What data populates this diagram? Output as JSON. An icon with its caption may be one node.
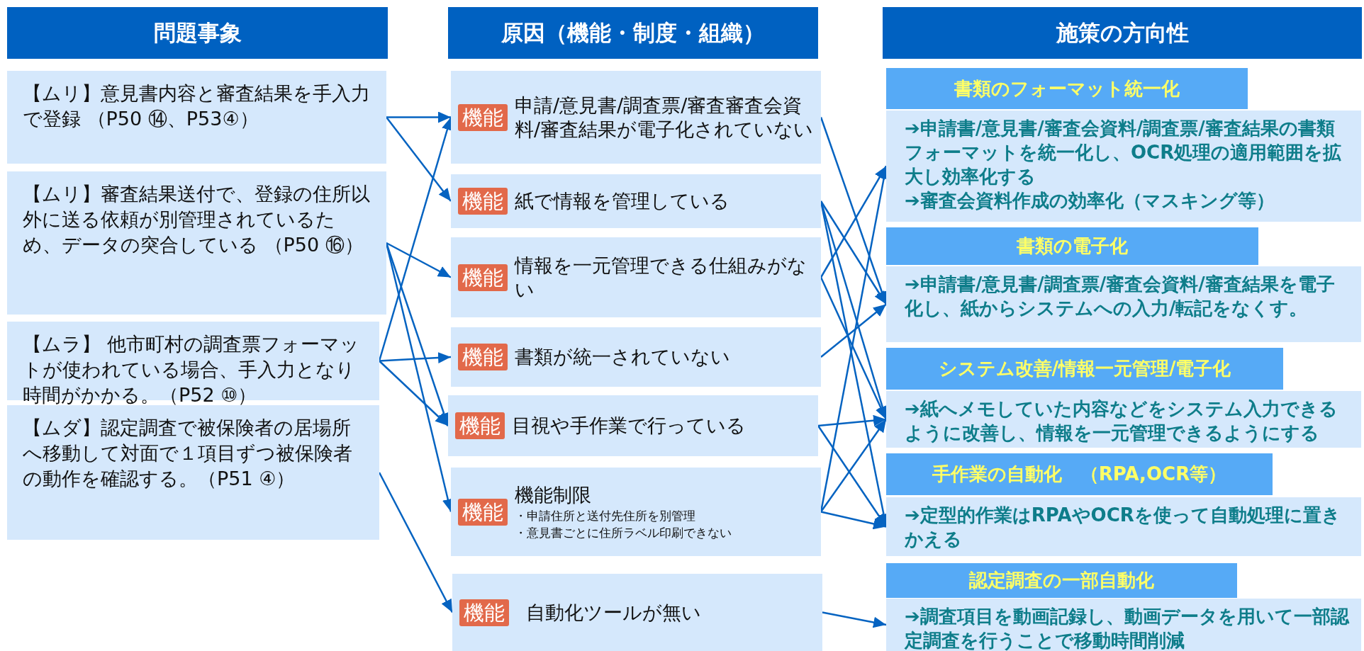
{
  "diagram": {
    "nodes": [
      {
        "text": [
          "問題事象"
        ]
      },
      {
        "text": [
          "原因（機能・制度・組織）"
        ]
      },
      {
        "text": [
          "施策の方向性"
        ]
      },
      {
        "text": [
          "【ムリ】意見書内容と審査結果を手入力で登録 （P50 ⑭、P53④）"
        ]
      },
      {
        "text": [
          "【ムリ】審査結果送付で、登録の住所以外に送る依頼が別管理されているため、データの突合している （P50 ⑯）"
        ]
      },
      {
        "text": [
          "【ムラ】 他市町村の調査票フォーマットが使われている場合、手入力となり時間がかかる。（P52 ⑩）"
        ]
      },
      {
        "text": [
          "【ムダ】認定調査で被保険者の居場所へ移動して対面で１項目ずつ被保険者の動作を確認する。（P51 ④）"
        ]
      },
      {
        "text": [
          "機能",
          "申請/意見書/調査票/審査審査会資料/審査結果が電子化されていない"
        ]
      },
      {
        "text": [
          "機能",
          "紙で情報を管理している"
        ]
      },
      {
        "text": [
          "機能",
          "情報を一元管理できる仕組みがない"
        ]
      },
      {
        "text": [
          "機能",
          "書類が統一されていない"
        ]
      },
      {
        "text": [
          "機能",
          "目視や手作業で行っている"
        ]
      },
      {
        "text": [
          "機能",
          "機能制限",
          "・申請住所と送付先住所を別管理",
          "・意見書ごとに住所ラベル印刷できない"
        ]
      },
      {
        "text": [
          "機能",
          "自動化ツールが無い"
        ]
      },
      {
        "text": [
          "書類のフォーマット統一化"
        ]
      },
      {
        "text": [
          "➔申請書/意見書/審査会資料/調査票/審査結果の書類フォーマットを統一化し、OCR処理の適用範囲を拡大し効率化する",
          "➔審査会資料作成の効率化（マスキング等）"
        ]
      },
      {
        "text": [
          "書類の電子化"
        ]
      },
      {
        "text": [
          "➔申請書/意見書/調査票/審査会資料/審査結果を電子化し、紙からシステムへの入力/転記をなくす。"
        ]
      },
      {
        "text": [
          "システム改善/情報一元管理/電子化"
        ]
      },
      {
        "text": [
          "➔紙へメモしていた内容などをシステム入力できるように改善し、情報を一元管理できるようにする"
        ]
      },
      {
        "text": [
          "手作業の自動化　（RPA,OCR等）"
        ]
      },
      {
        "text": [
          "➔定型的作業はRPAやOCRを使って自動処理に置きかえる"
        ]
      },
      {
        "text": [
          "認定調査の一部自動化"
        ]
      },
      {
        "text": [
          "➔調査項目を動画記録し、動画データを用いて一部認定調査を行うことで移動時間削減"
        ]
      }
    ],
    "edges": [
      {
        "from": 3,
        "to": 7,
        "arrow": "to"
      },
      {
        "from": 3,
        "to": 8,
        "arrow": "to"
      },
      {
        "from": 4,
        "to": 9,
        "arrow": "to"
      },
      {
        "from": 4,
        "to": 11,
        "arrow": "to"
      },
      {
        "from": 4,
        "to": 12,
        "arrow": "to"
      },
      {
        "from": 5,
        "to": 7,
        "arrow": "to"
      },
      {
        "from": 5,
        "to": 10,
        "arrow": "to"
      },
      {
        "from": 5,
        "to": 11,
        "arrow": "to"
      },
      {
        "from": 6,
        "to": 13,
        "arrow": "to"
      },
      {
        "from": 7,
        "to": 17,
        "arrow": "to"
      },
      {
        "from": 8,
        "to": 17,
        "arrow": "to"
      },
      {
        "from": 8,
        "to": 19,
        "arrow": "to"
      },
      {
        "from": 8,
        "to": 21,
        "arrow": "to"
      },
      {
        "from": 9,
        "to": 15,
        "arrow": "to"
      },
      {
        "from": 9,
        "to": 19,
        "arrow": "to"
      },
      {
        "from": 10,
        "to": 17,
        "arrow": "to"
      },
      {
        "from": 11,
        "to": 19,
        "arrow": "to"
      },
      {
        "from": 11,
        "to": 21,
        "arrow": "to"
      },
      {
        "from": 12,
        "to": 15,
        "arrow": "to"
      },
      {
        "from": 12,
        "to": 19,
        "arrow": "to"
      },
      {
        "from": 12,
        "to": 21,
        "arrow": "to"
      },
      {
        "from": 13,
        "to": 23,
        "arrow": "to"
      }
    ]
  }
}
